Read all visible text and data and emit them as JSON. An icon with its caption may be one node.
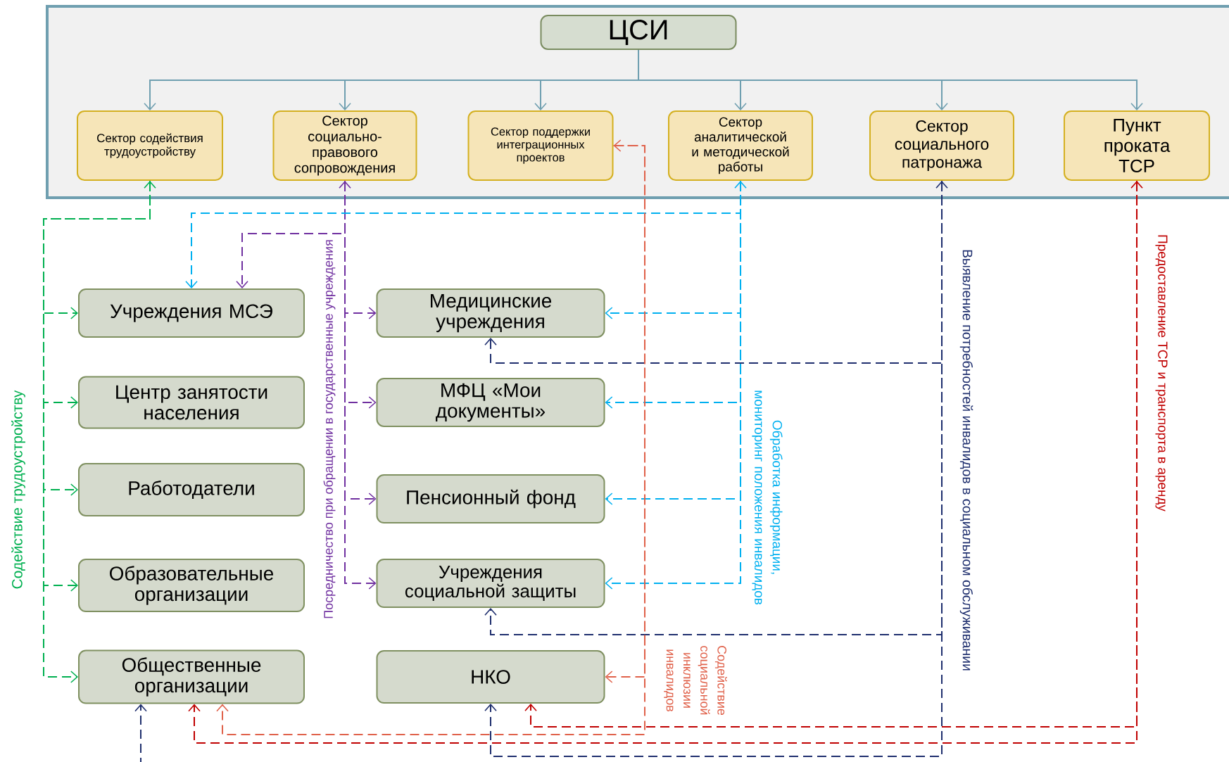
{
  "diagram": {
    "nodes": [
      {
        "text": [
          "ЦСИ"
        ]
      },
      {
        "text": [
          "Сектор содействия трудоустройству"
        ]
      },
      {
        "text": [
          "Сектор социально-правового сопровождения"
        ]
      },
      {
        "text": [
          "Сектор поддержки интеграционных проектов"
        ]
      },
      {
        "text": [
          "Сектор аналитической и методической работы"
        ]
      },
      {
        "text": [
          "Сектор социального патронажа"
        ]
      },
      {
        "text": [
          "Пункт проката ТСР"
        ]
      },
      {
        "text": [
          "Учреждения МСЭ"
        ]
      },
      {
        "text": [
          "Центр занятости населения"
        ]
      },
      {
        "text": [
          "Работодатели"
        ]
      },
      {
        "text": [
          "Образовательные организации"
        ]
      },
      {
        "text": [
          "Общественные организации"
        ]
      },
      {
        "text": [
          "Медицинские учреждения"
        ]
      },
      {
        "text": [
          "МФЦ «Мои документы»"
        ]
      },
      {
        "text": [
          "Пенсионный фонд"
        ]
      },
      {
        "text": [
          "Учреждения социальной защиты"
        ]
      },
      {
        "text": [
          "НКО"
        ]
      }
    ],
    "edges": [
      {
        "from": 0,
        "to": 1,
        "arrow": "to"
      },
      {
        "from": 0,
        "to": 2,
        "arrow": "to"
      },
      {
        "from": 0,
        "to": 3,
        "arrow": "to"
      },
      {
        "from": 0,
        "to": 4,
        "arrow": "to"
      },
      {
        "from": 0,
        "to": 5,
        "arrow": "to"
      },
      {
        "from": 0,
        "to": 6,
        "arrow": "to"
      },
      {
        "from": 1,
        "to": 7,
        "arrow": "to",
        "style": "dashed",
        "color": "#00b050"
      },
      {
        "from": 1,
        "to": 8,
        "arrow": "to",
        "style": "dashed",
        "color": "#00b050"
      },
      {
        "from": 1,
        "to": 9,
        "arrow": "to",
        "style": "dashed",
        "color": "#00b050"
      },
      {
        "from": 1,
        "to": 10,
        "arrow": "to",
        "style": "dashed",
        "color": "#00b050"
      },
      {
        "from": 1,
        "to": 11,
        "arrow": "both",
        "style": "dashed",
        "color": "#00b050",
        "label": "Содействие трудоустройству"
      },
      {
        "from": 2,
        "to": 7,
        "arrow": "to",
        "style": "dashed",
        "color": "#7030a0"
      },
      {
        "from": 2,
        "to": 12,
        "arrow": "to",
        "style": "dashed",
        "color": "#7030a0"
      },
      {
        "from": 2,
        "to": 13,
        "arrow": "to",
        "style": "dashed",
        "color": "#7030a0"
      },
      {
        "from": 2,
        "to": 14,
        "arrow": "to",
        "style": "dashed",
        "color": "#7030a0"
      },
      {
        "from": 2,
        "to": 15,
        "arrow": "both",
        "style": "dashed",
        "color": "#7030a0",
        "label": "Посредничество при обращении в государственные учреждения"
      },
      {
        "from": 4,
        "to": 7,
        "arrow": "to",
        "style": "dashed",
        "color": "#00b0f0"
      },
      {
        "from": 4,
        "to": 12,
        "arrow": "to",
        "style": "dashed",
        "color": "#00b0f0"
      },
      {
        "from": 4,
        "to": 13,
        "arrow": "to",
        "style": "dashed",
        "color": "#00b0f0"
      },
      {
        "from": 4,
        "to": 14,
        "arrow": "to",
        "style": "dashed",
        "color": "#00b0f0"
      },
      {
        "from": 4,
        "to": 15,
        "arrow": "both",
        "style": "dashed",
        "color": "#00b0f0",
        "label": "Обработка информации, мониторинг положения инвалидов"
      },
      {
        "from": 5,
        "to": 12,
        "arrow": "to",
        "style": "dashed",
        "color": "#1f2f6e"
      },
      {
        "from": 5,
        "to": 15,
        "arrow": "to",
        "style": "dashed",
        "color": "#1f2f6e"
      },
      {
        "from": 5,
        "to": 16,
        "arrow": "both",
        "style": "dashed",
        "color": "#1f2f6e",
        "label": "Выявление потребностей инвалидов в социальном обслуживании"
      },
      {
        "from": null,
        "to": 11,
        "arrow": "to",
        "style": "dashed",
        "color": "#1f2f6e"
      },
      {
        "from": 6,
        "to": 16,
        "arrow": "to",
        "style": "dashed",
        "color": "#c00000"
      },
      {
        "from": 6,
        "to": 11,
        "arrow": "both",
        "style": "dashed",
        "color": "#c00000",
        "label": "Предоставление ТСР и транспорта в аренду"
      },
      {
        "from": 3,
        "to": 16,
        "arrow": "to",
        "style": "dashed",
        "color": "#e0614a"
      },
      {
        "from": 3,
        "to": 11,
        "arrow": "both",
        "style": "dashed",
        "color": "#e0614a",
        "label": "Содействие социальной инклюзии инвалидов"
      }
    ]
  }
}
